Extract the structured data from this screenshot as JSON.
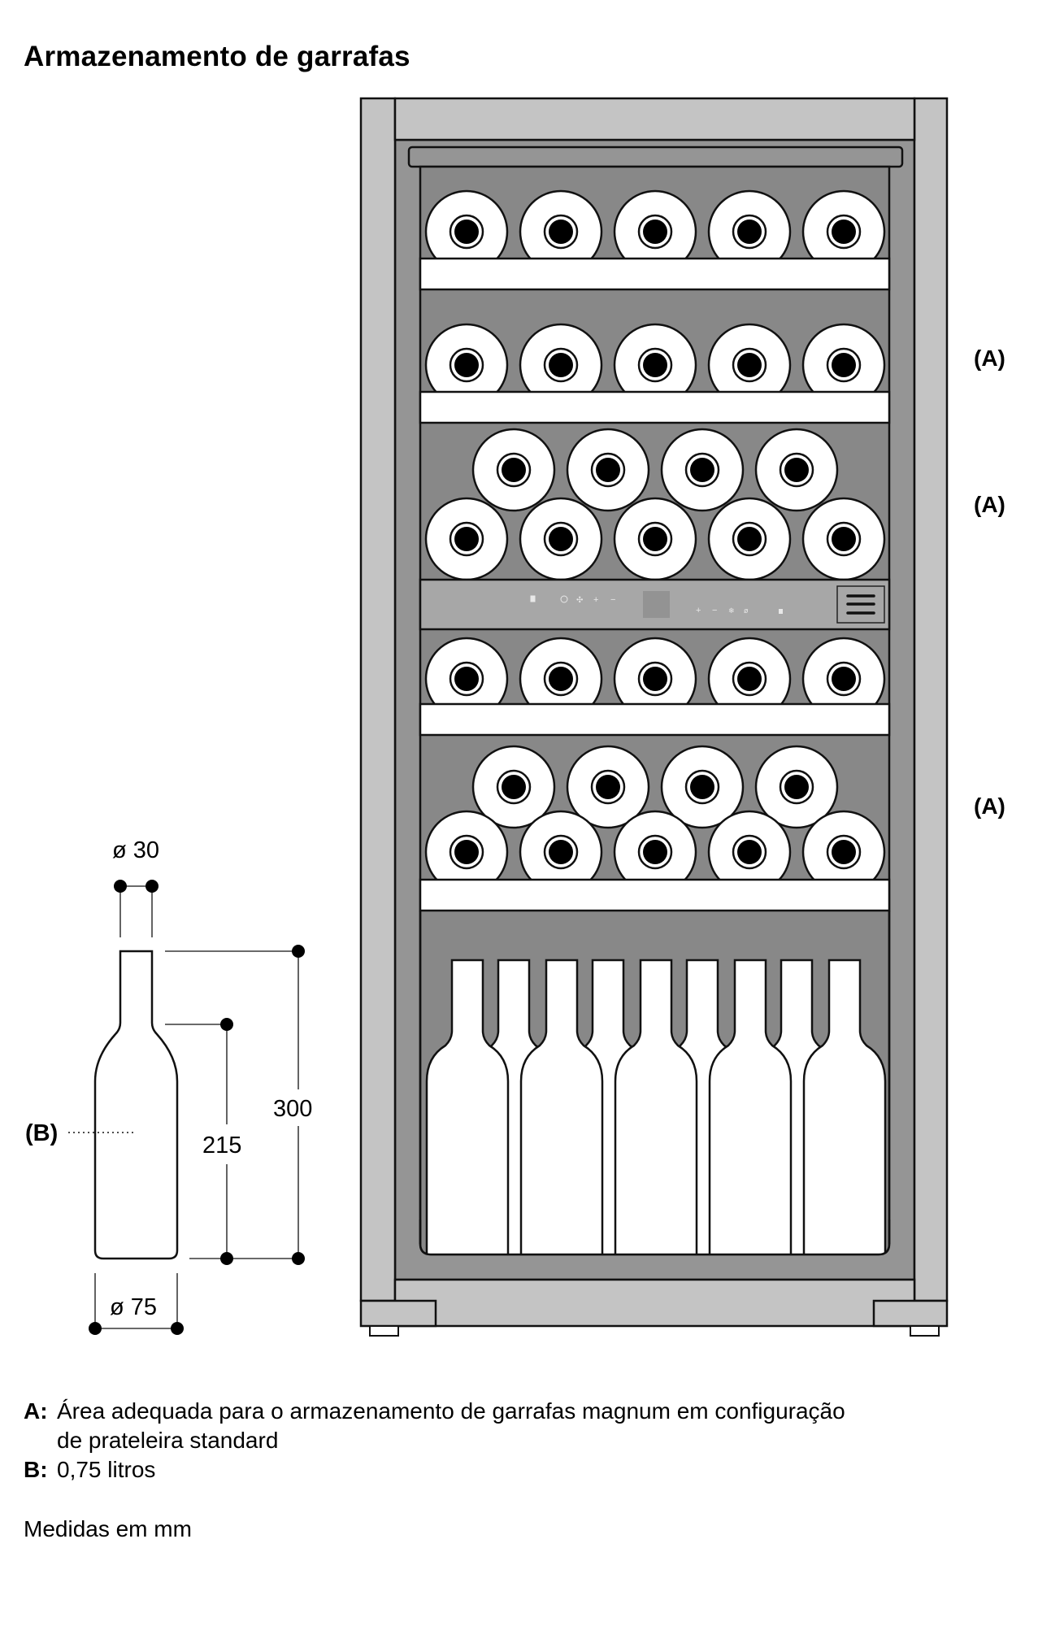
{
  "title": "Armazenamento de garrafas",
  "cabinet": {
    "area_labels": [
      "(A)",
      "(A)",
      "(A)"
    ],
    "control_panel": {
      "left_icons": [
        "light-icon",
        "power-icon",
        "fan-icon",
        "plus-icon",
        "minus-icon"
      ],
      "right_icons": [
        "plus-icon",
        "minus-icon",
        "humidity-icon",
        "alarm-off-icon",
        "lock-icon"
      ],
      "menu_icon": "menu-icon"
    },
    "shelves": [
      {
        "layout": "single-row",
        "bottles_lower": 5,
        "bottles_upper": 0,
        "label": null
      },
      {
        "layout": "single-row",
        "bottles_lower": 5,
        "bottles_upper": 0,
        "label": "(A)"
      },
      {
        "layout": "stacked",
        "bottles_lower": 5,
        "bottles_upper": 4,
        "label": "(A)"
      },
      {
        "layout": "single-row",
        "bottles_lower": 5,
        "bottles_upper": 0,
        "label": null
      },
      {
        "layout": "stacked",
        "bottles_lower": 5,
        "bottles_upper": 4,
        "label": "(A)"
      }
    ],
    "standing_bottles": {
      "front": 5,
      "back": 4
    }
  },
  "bottle_dimensions": {
    "neck_diameter": "ø 30",
    "base_diameter": "ø 75",
    "total_height": "300",
    "body_height": "215",
    "callout": "(B)"
  },
  "legend": [
    {
      "key": "A:",
      "text": "Área adequada para o armazenamento de garrafas magnum em configuração",
      "continuation": "de prateleira standard"
    },
    {
      "key": "B:",
      "text": "0,75 litros"
    }
  ],
  "note": "Medidas em mm",
  "colors": {
    "outline": "#111111",
    "frame": "#c4c4c4",
    "inner_frame": "#959595",
    "back_panel": "#888888",
    "control_panel": "#a7a7a7",
    "bottle": "#ffffff"
  }
}
